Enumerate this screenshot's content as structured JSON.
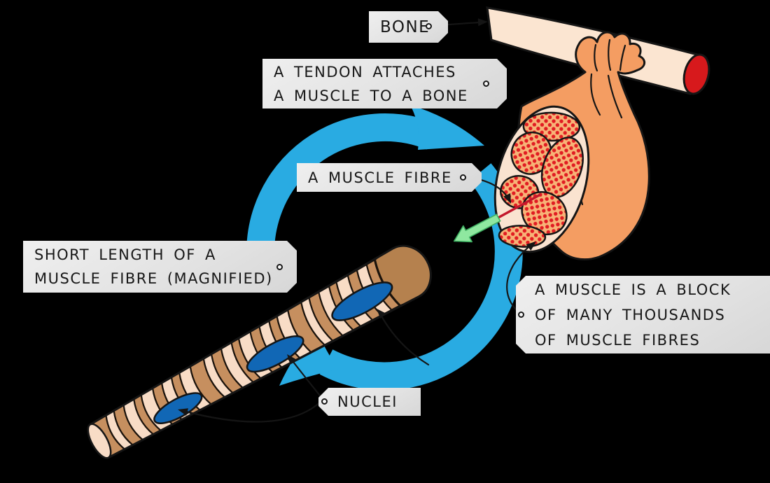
{
  "labels": {
    "bone": "BONE",
    "tendon": {
      "line1": "A TENDON ATTACHES",
      "line2": "A MUSCLE TO A BONE"
    },
    "muscle_fibre": "A MUSCLE FIBRE",
    "short": {
      "line1": "SHORT LENGTH OF A",
      "line2": "MUSCLE FIBRE (MAGNIFIED)"
    },
    "block": {
      "line1": "A MUSCLE IS A BLOCK",
      "line2": "OF MANY THOUSANDS",
      "line3": "OF MUSCLE FIBRES"
    },
    "nuclei": "NUCLEI"
  },
  "colors": {
    "background": "#000000",
    "ring_blue": "#29ABE2",
    "bone_fill": "#FBE5D1",
    "bone_end_red": "#D7191C",
    "muscle_orange": "#F49D62",
    "fascicle_fill": "#F7B377",
    "dot_red": "#E11C22",
    "cream": "#FAE3D0",
    "fibre_tan": "#C68F5F",
    "fibre_pale": "#F8DCC6",
    "fibre_end_brown": "#B5814E",
    "nucleus_blue": "#1167B5",
    "green_arrow": "#8FE8A0",
    "red_line": "#C3172C",
    "tag_bg": "#E3E3E3"
  }
}
